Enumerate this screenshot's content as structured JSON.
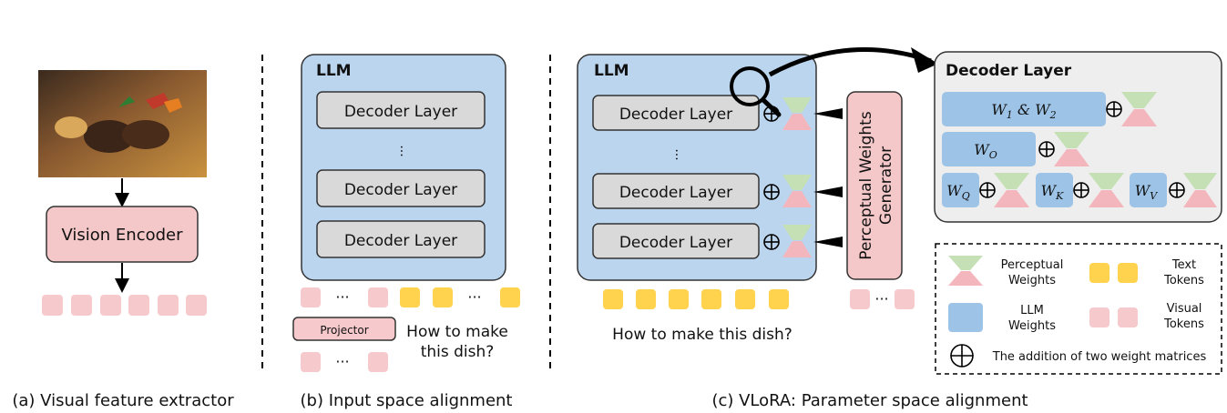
{
  "panel_a": {
    "encoder_label": "Vision Encoder",
    "caption": "(a) Visual feature extractor"
  },
  "panel_b": {
    "llm_label": "LLM",
    "decoder_labels": [
      "Decoder Layer",
      "Decoder Layer",
      "Decoder Layer"
    ],
    "ellipsis": "···",
    "projector_label": "Projector",
    "question_line1": "How to make",
    "question_line2": "this dish?",
    "caption": "(b) Input space alignment"
  },
  "panel_c": {
    "llm_label": "LLM",
    "decoder_labels": [
      "Decoder Layer",
      "Decoder Layer",
      "Decoder Layer"
    ],
    "ellipsis": "···",
    "generator_line1": "Perceptual Weights",
    "generator_line2": "Generator",
    "question": "How to make this dish?",
    "caption": "(c) VLoRA: Parameter space alignment",
    "zoom": {
      "title": "Decoder Layer",
      "w12_main": "W",
      "w12_sub1": "1",
      "w12_amp": " & W",
      "w12_sub2": "2",
      "wo_main": "W",
      "wo_sub": "O",
      "wq_main": "W",
      "wq_sub": "Q",
      "wk_main": "W",
      "wk_sub": "K",
      "wv_main": "W",
      "wv_sub": "V"
    },
    "legend": {
      "perceptual_line1": "Perceptual",
      "perceptual_line2": "Weights",
      "text_line1": "Text",
      "text_line2": "Tokens",
      "llm_line1": "LLM",
      "llm_line2": "Weights",
      "visual_line1": "Visual",
      "visual_line2": "Tokens",
      "addition": "The addition of two weight matrices"
    }
  },
  "colors": {
    "llm_blue": "#bcd5ee",
    "weight_blue": "#9dc3e6",
    "token_pink": "#f6c9cc",
    "encoder_pink": "#f4c7c9",
    "text_yellow": "#ffd34e",
    "decoder_gray": "#d9d9d9",
    "green_lora": "#c5e0b4",
    "pink_lora": "#f4b6bd",
    "zoom_bg": "#eeeeee"
  }
}
